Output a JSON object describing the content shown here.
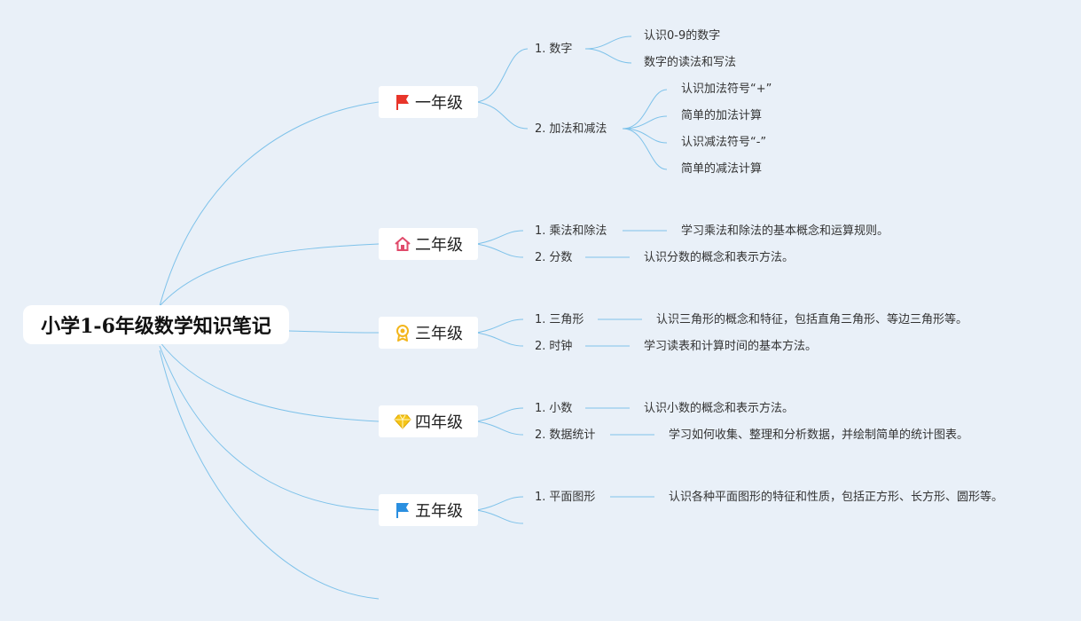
{
  "root": {
    "title": "小学1-6年级数学知识笔记"
  },
  "grades": [
    {
      "label": "一年级",
      "icon": "red-flag-icon",
      "topics": [
        {
          "num": "1.",
          "title": "数字",
          "details": [
            "认识0-9的数字",
            "数字的读法和写法"
          ]
        },
        {
          "num": "2.",
          "title": "加法和减法",
          "details": [
            "认识加法符号“+”",
            "简单的加法计算",
            "认识减法符号“-”",
            "简单的减法计算"
          ]
        }
      ]
    },
    {
      "label": "二年级",
      "icon": "home-icon",
      "topics": [
        {
          "num": "1.",
          "title": "乘法和除法",
          "details": [
            "学习乘法和除法的基本概念和运算规则。"
          ]
        },
        {
          "num": "2.",
          "title": "分数",
          "details": [
            "认识分数的概念和表示方法。"
          ]
        }
      ]
    },
    {
      "label": "三年级",
      "icon": "award-medal-icon",
      "topics": [
        {
          "num": "1.",
          "title": "三角形",
          "details": [
            "认识三角形的概念和特征，包括直角三角形、等边三角形等。"
          ]
        },
        {
          "num": "2.",
          "title": "时钟",
          "details": [
            "学习读表和计算时间的基本方法。"
          ]
        }
      ]
    },
    {
      "label": "四年级",
      "icon": "diamond-icon",
      "topics": [
        {
          "num": "1.",
          "title": "小数",
          "details": [
            "认识小数的概念和表示方法。"
          ]
        },
        {
          "num": "2.",
          "title": "数据统计",
          "details": [
            "学习如何收集、整理和分析数据，并绘制简单的统计图表。"
          ]
        }
      ]
    },
    {
      "label": "五年级",
      "icon": "blue-flag-icon",
      "topics": [
        {
          "num": "1.",
          "title": "平面图形",
          "details": [
            "认识各种平面图形的特征和性质，包括正方形、长方形、圆形等。"
          ]
        }
      ]
    }
  ],
  "colors": {
    "background": "#e9f0f8",
    "connector": "#7ec2ea",
    "red_flag": "#e8352a",
    "home": "#e04a6a",
    "award": "#f3b61c",
    "diamond": "#f5c518",
    "blue_flag": "#2a8fe0"
  }
}
